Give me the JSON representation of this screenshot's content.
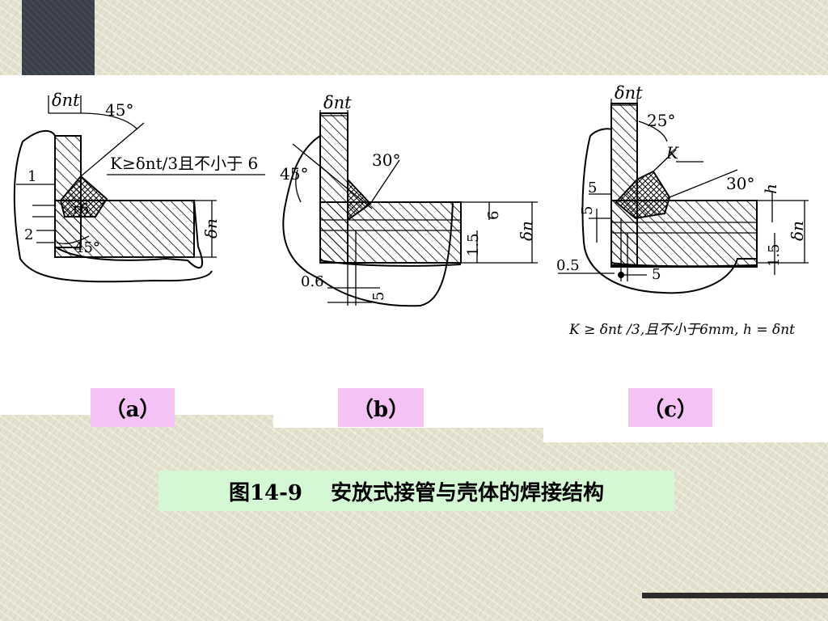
{
  "labels": {
    "a": "（a）",
    "b": "（b）",
    "c": "（c）"
  },
  "caption": "图14-9　 安放式接管与壳体的焊接结构",
  "diagram_a": {
    "thickness_nozzle": "δnt",
    "angle_top": "45°",
    "fillet_note": "K≥δnt/3且不小于 6",
    "gap_1": "1",
    "gap_2": "2",
    "radius": "r6",
    "angle_bottom": "45°",
    "thickness_shell": "δn"
  },
  "diagram_b": {
    "thickness_nozzle": "δnt",
    "angle_left": "45°",
    "angle_right": "30°",
    "depth_6": "6",
    "depth_15": "1.5",
    "thickness_shell": "δn",
    "gap_06": "0.6",
    "gap_5": "5"
  },
  "diagram_c": {
    "thickness_nozzle": "δnt",
    "angle_top": "25°",
    "fillet_k": "K",
    "dim_5_left": "5",
    "dim_5_side": "5",
    "angle_right": "30°",
    "dim_h": "h",
    "dim_15": "1.5",
    "thickness_shell": "δn",
    "gap_05": "0.5",
    "gap_5": "5",
    "formula": "K ≥ δnt /3,且不小于6mm, h = δnt"
  }
}
